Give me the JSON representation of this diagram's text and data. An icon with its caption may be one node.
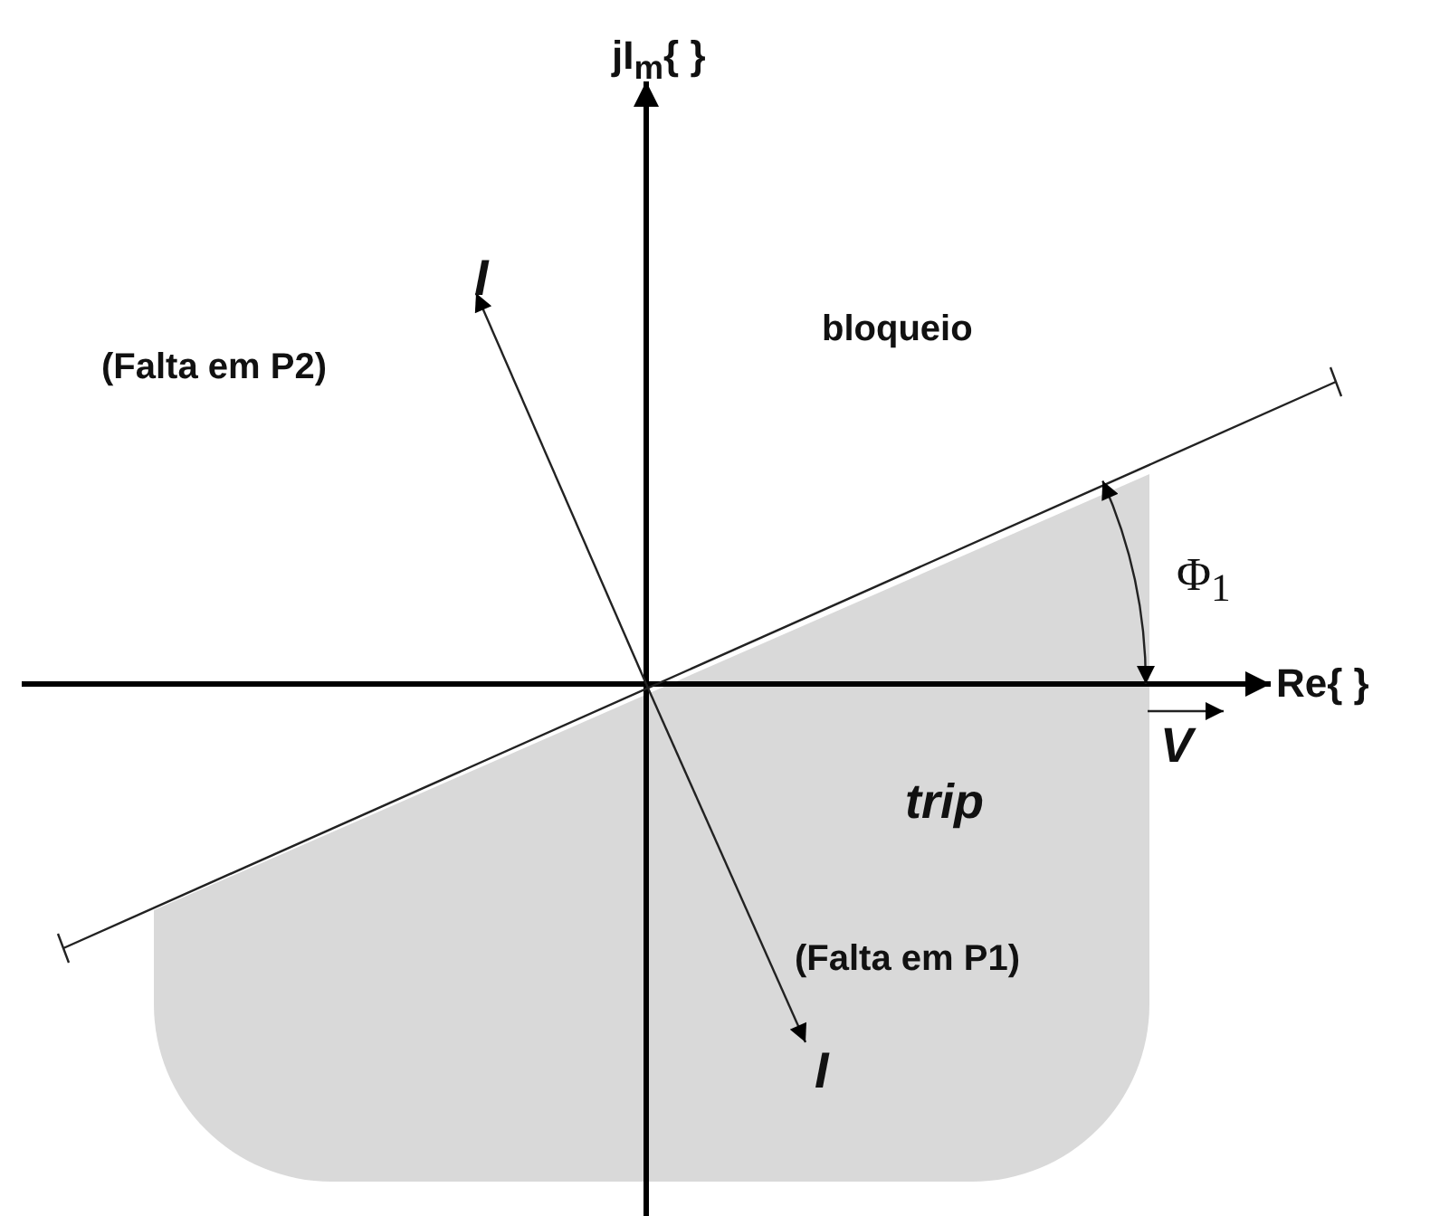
{
  "diagram": {
    "nodes": [
      {
        "text": [
          "trip"
        ]
      }
    ],
    "labels": [
      "jI$_{m}${ }",
      "I",
      "(Falta em P2)",
      "bloqueio",
      "Φ$_{1}$",
      "Re{  }",
      "V",
      "(Falta em P1)",
      "I"
    ]
  }
}
